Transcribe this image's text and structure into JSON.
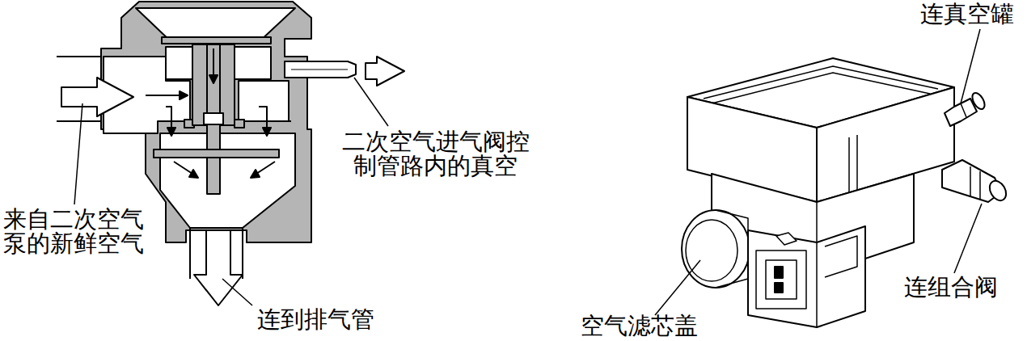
{
  "diagram": {
    "labels": [
      "来自二次空气泵的新鲜空气",
      "二次空气进气阀控制管路内的真空",
      "连到排气管",
      "连真空罐",
      "连组合阀",
      "空气滤芯盖"
    ]
  }
}
